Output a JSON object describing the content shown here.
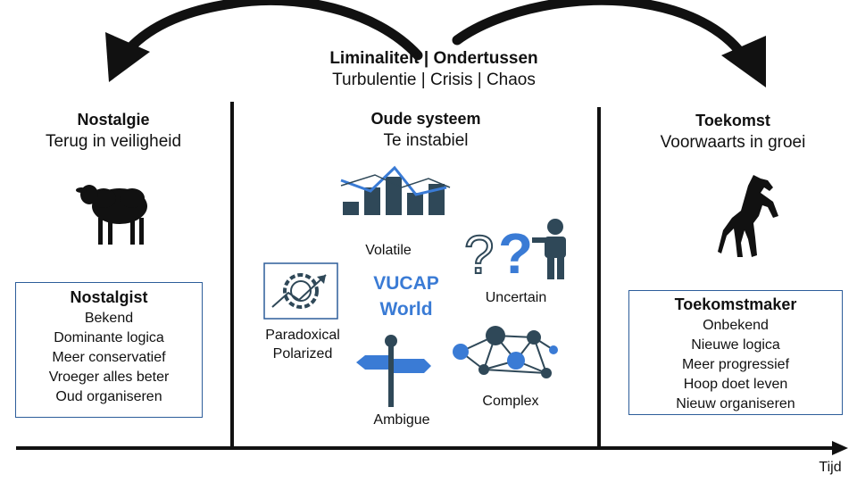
{
  "top": {
    "title": "Liminaliteit | Ondertussen",
    "subtitle": "Turbulentie | Crisis | Chaos"
  },
  "left": {
    "heading": "Nostalgie",
    "subheading": "Terug in veiligheid",
    "icon": "sheep-icon",
    "box": {
      "title": "Nostalgist",
      "items": [
        "Bekend",
        "Dominante logica",
        "Meer conservatief",
        "Vroeger alles beter",
        "Oud organiseren"
      ]
    }
  },
  "center": {
    "heading": "Oude systeem",
    "subheading": "Te instabiel",
    "vucap": [
      "VUCAP",
      "World"
    ],
    "labels": {
      "volatile": "Volatile",
      "uncertain": "Uncertain",
      "paradoxical": "Paradoxical",
      "polarized": "Polarized",
      "complex": "Complex",
      "ambigue": "Ambigue"
    }
  },
  "right": {
    "heading": "Toekomst",
    "subheading": "Voorwaarts in groei",
    "icon": "horse-icon",
    "box": {
      "title": "Toekomstmaker",
      "items": [
        "Onbekend",
        "Nieuwe logica",
        "Meer progressief",
        "Hoop doet leven",
        "Nieuw organiseren"
      ]
    }
  },
  "axis": {
    "label": "Tijd"
  },
  "colors": {
    "accent_blue": "#3a7bd5",
    "dark_slate": "#2f4858",
    "box_border": "#2d5d9a"
  }
}
